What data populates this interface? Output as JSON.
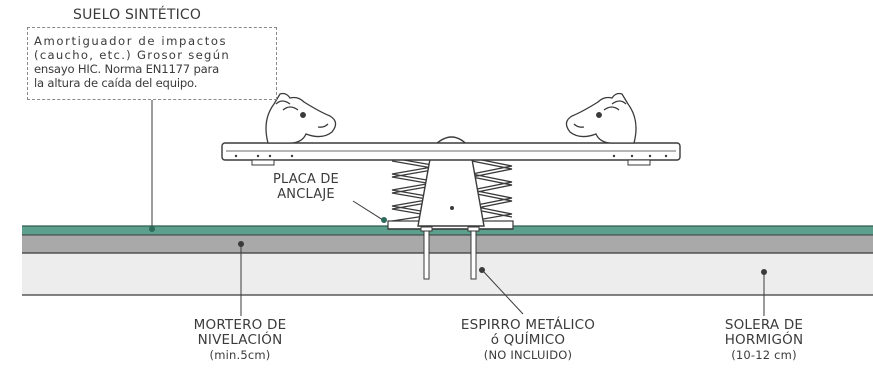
{
  "labels": {
    "suelo_title": "SUELO SINTÉTICO",
    "suelo_note": [
      "Amortiguador de impactos",
      "(caucho, etc.) Grosor según",
      "ensayo HIC. Norma EN1177 para",
      "la altura de caída del equipo."
    ],
    "placa": [
      "PLACA DE",
      "ANCLAJE"
    ],
    "mortero": [
      "MORTERO DE",
      "NIVELACIÓN",
      "(min.5cm)"
    ],
    "espirro": [
      "ESPIRRO METÁLICO",
      "ó QUÍMICO",
      "(NO INCLUIDO)"
    ],
    "solera": [
      "SOLERA DE",
      "HORMIGÓN",
      "(10-12 cm)"
    ]
  },
  "colors": {
    "synthetic_floor": "#5c9f8c",
    "mortar": "#a9a9a9",
    "concrete": "#ededed",
    "lines": "#3a3a3a",
    "accent_dot": "#2e6b5a"
  },
  "icons": [
    "horse-head-left-icon",
    "horse-head-right-icon",
    "spring-icon",
    "anchor-bolt-icon"
  ]
}
